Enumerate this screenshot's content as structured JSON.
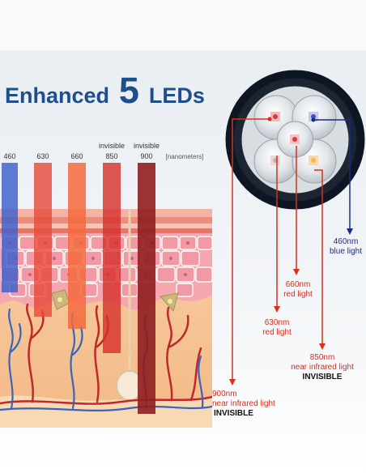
{
  "headline": {
    "part1": "Enhanced",
    "part2": "5",
    "part3": "LEDs"
  },
  "wavelength_labels": {
    "w460": "460",
    "w630": "630",
    "w660": "660",
    "w850_top": "invisible",
    "w850": "850",
    "w900_top": "invisible",
    "w900": "900",
    "unit": "[nanometers]"
  },
  "callouts": {
    "c460": {
      "nm": "460nm",
      "name": "blue light"
    },
    "c660": {
      "nm": "660nm",
      "name": "red light"
    },
    "c630": {
      "nm": "630nm",
      "name": "red light"
    },
    "c850": {
      "nm": "850nm",
      "name": "near infrared light",
      "invisible": "INVISIBLE"
    },
    "c900": {
      "nm": "900nm",
      "name": "near infrared light",
      "invisible": "INVISIBLE"
    }
  },
  "colors": {
    "headline": "#1f4e8c",
    "blue": "#3a5fcd",
    "red": "#d6301e",
    "dark_red": "#8f1e20",
    "navy": "#1c2a86"
  },
  "icons": {
    "device": "led-light-head-icon",
    "skin": "skin-cross-section-illustration"
  }
}
